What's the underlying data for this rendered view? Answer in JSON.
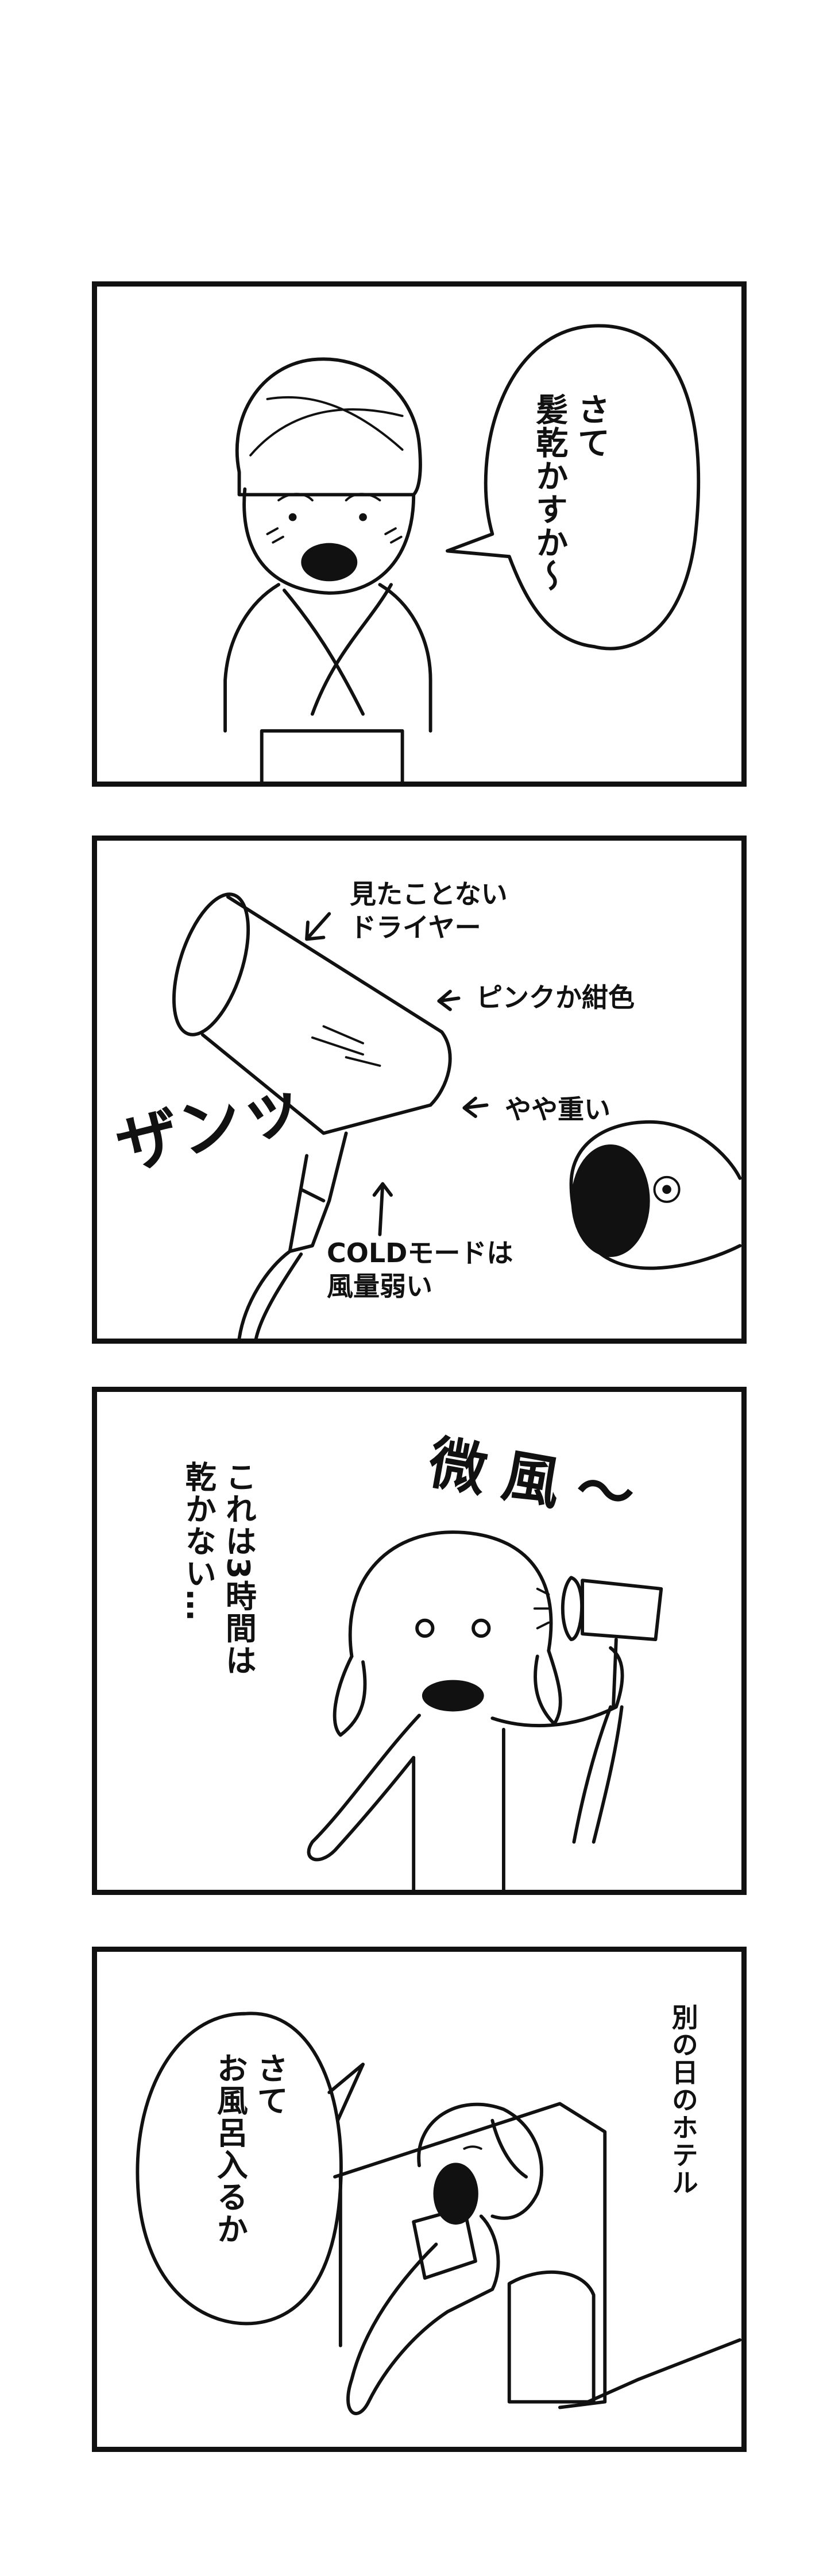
{
  "panels": [
    {
      "lines": [
        "さて",
        "髪乾かすか〜"
      ]
    },
    {
      "labels": {
        "never_seen": "見たことない\nドライヤー",
        "color": "ピンクか紺色",
        "weight": "やや重い",
        "cold": "COLDモードは\n風量弱い"
      },
      "sfx": "ザンッ"
    },
    {
      "lines": [
        "これは3時間は",
        "乾かない…"
      ],
      "sfx": "微風〜"
    },
    {
      "lines": [
        "さて",
        "お風呂入るか"
      ],
      "caption": "別の日のホテル"
    }
  ]
}
